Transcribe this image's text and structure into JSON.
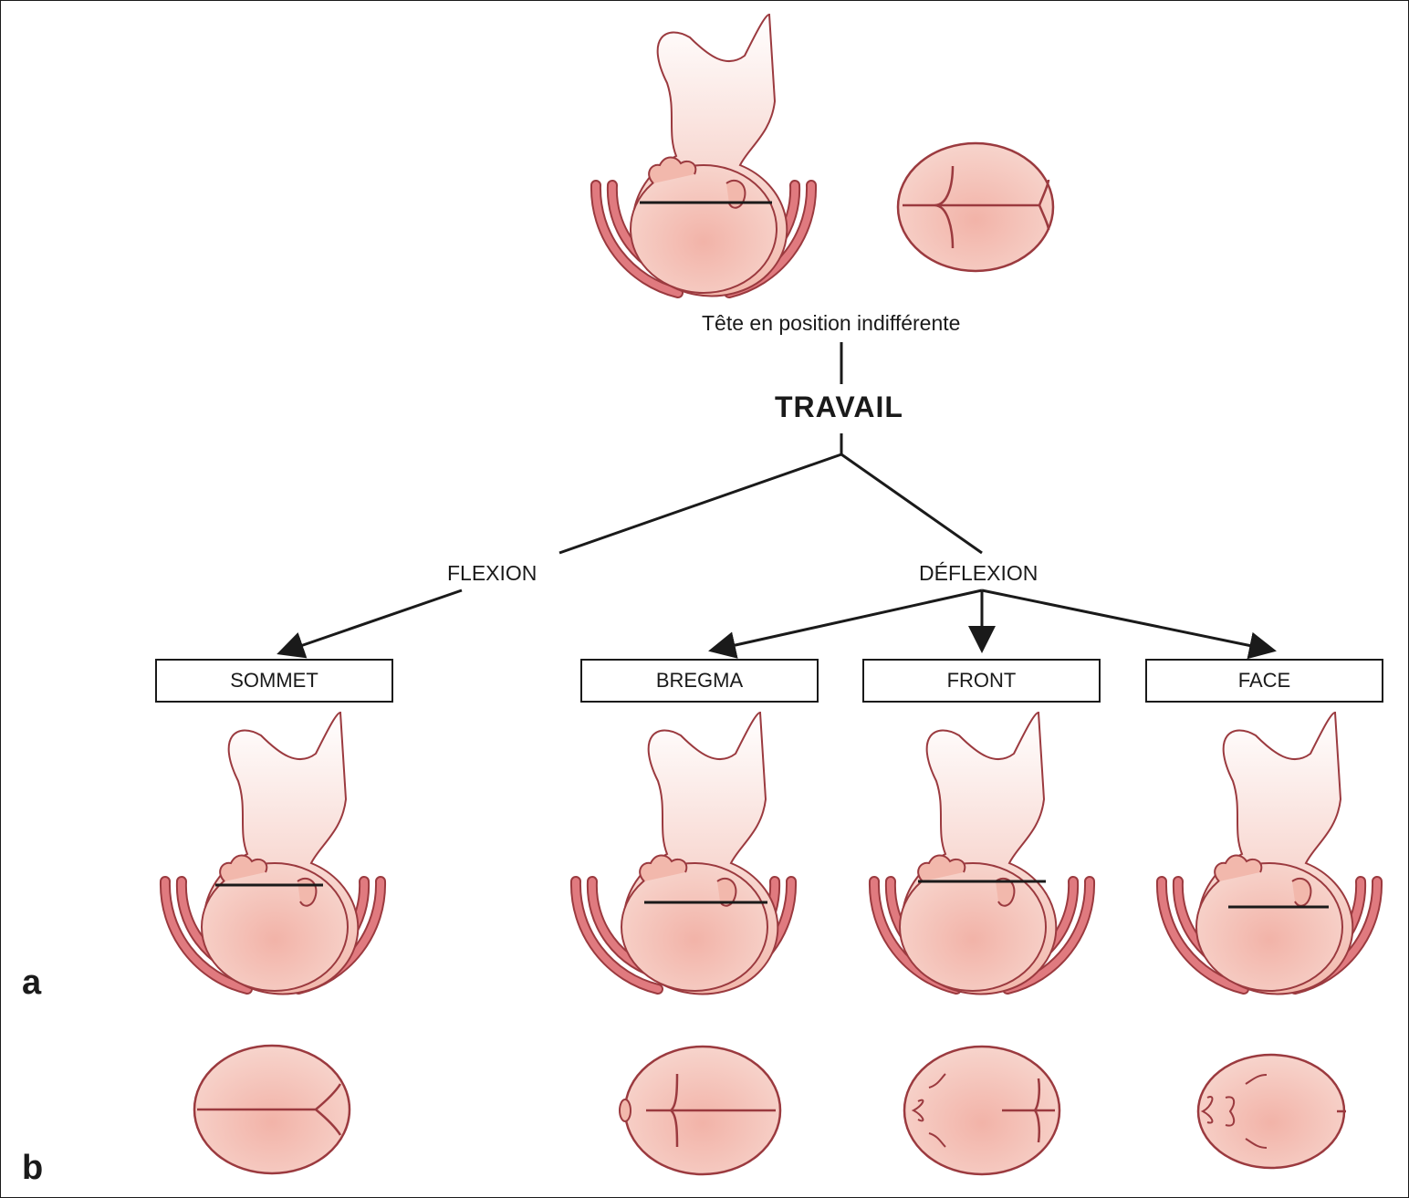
{
  "initial_label": "Tête en position indifférente",
  "center_label": "TRAVAIL",
  "branches": {
    "flexion": "FLEXION",
    "deflexion": "DÉFLEXION"
  },
  "presentations": [
    "SOMMET",
    "BREGMA",
    "FRONT",
    "FACE"
  ],
  "panels": {
    "a": "a",
    "b": "b"
  },
  "colors": {
    "skin_fill": "#f2b8ac",
    "outline": "#9b3a3f",
    "pelvis_fill": "#e07a7f",
    "line": "#1a1a1a"
  }
}
